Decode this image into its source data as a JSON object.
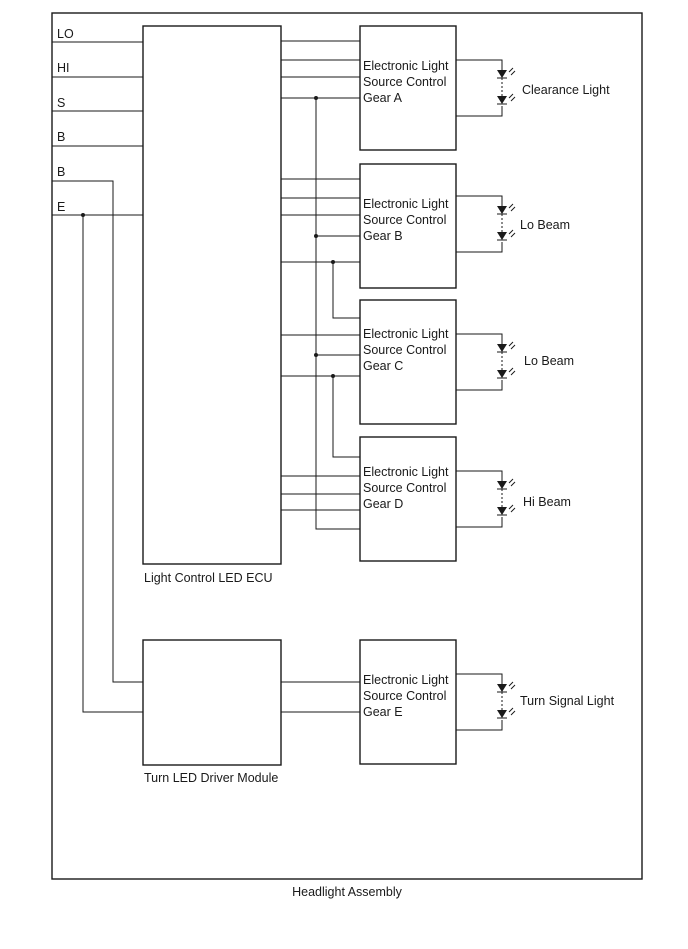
{
  "diagram": {
    "assembly_label": "Headlight Assembly",
    "inputs": [
      "LO",
      "HI",
      "S",
      "B",
      "B",
      "E"
    ],
    "ecu_label": "Light Control LED ECU",
    "turn_module_label": "Turn LED Driver Module",
    "gears": [
      {
        "line1": "Electronic Light",
        "line2": "Source Control",
        "line3": "Gear A",
        "light": "Clearance Light"
      },
      {
        "line1": "Electronic Light",
        "line2": "Source Control",
        "line3": "Gear B",
        "light": "Lo Beam"
      },
      {
        "line1": "Electronic Light",
        "line2": "Source Control",
        "line3": "Gear C",
        "light": "Lo Beam"
      },
      {
        "line1": "Electronic Light",
        "line2": "Source Control",
        "line3": "Gear D",
        "light": "Hi Beam"
      },
      {
        "line1": "Electronic Light",
        "line2": "Source Control",
        "line3": "Gear E",
        "light": "Turn Signal Light"
      }
    ],
    "colors": {
      "line": "#1a1a1a",
      "background": "#ffffff"
    }
  }
}
